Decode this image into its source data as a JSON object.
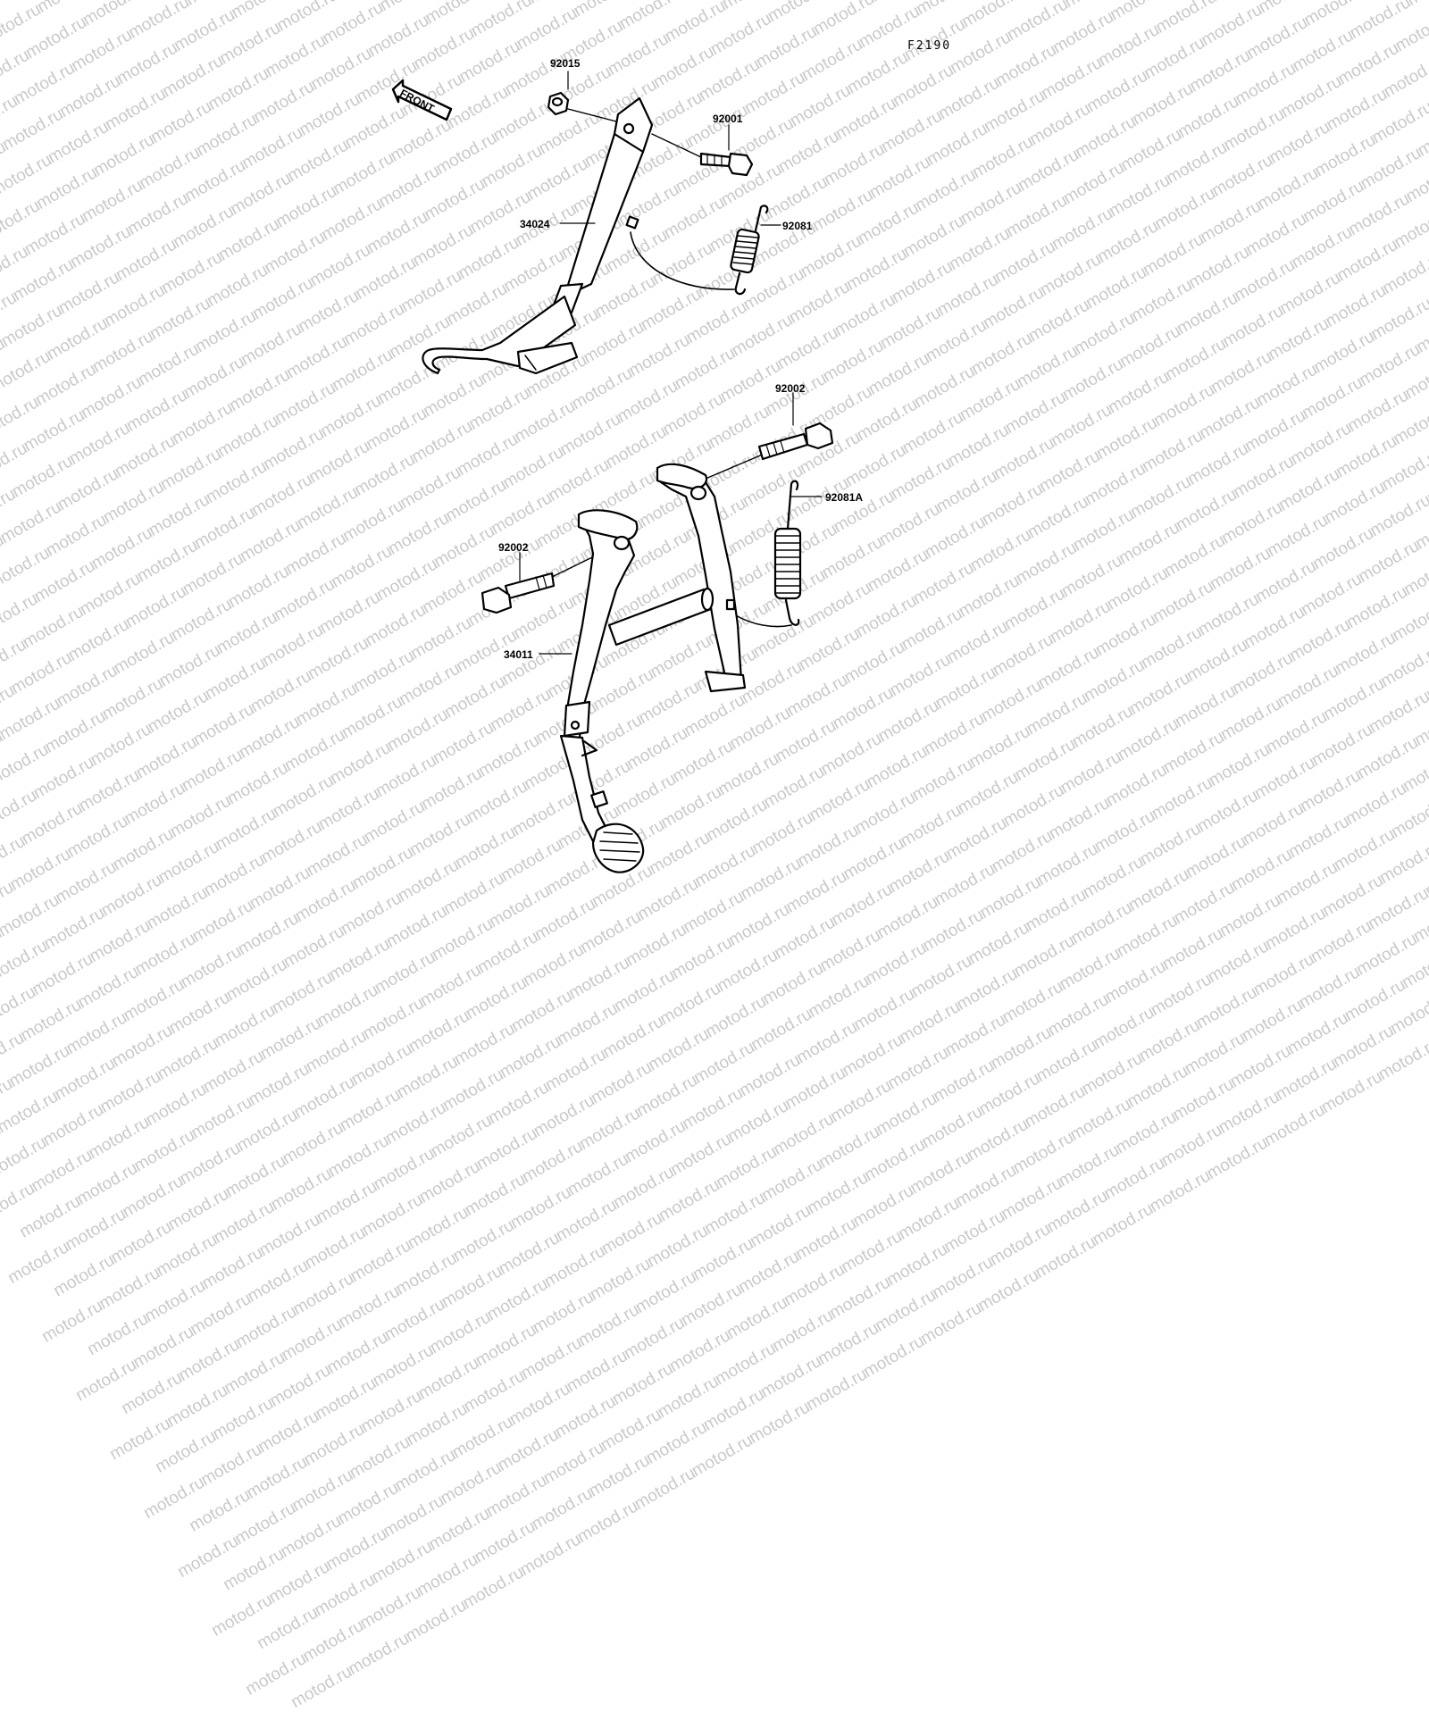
{
  "figure_code": "F2190",
  "direction_label": "FRONT",
  "watermark_text": "motod.ru",
  "parts": [
    {
      "id": "nut",
      "number": "92015"
    },
    {
      "id": "side-stand-bolt",
      "number": "92001"
    },
    {
      "id": "side-stand-spring",
      "number": "92081"
    },
    {
      "id": "side-stand",
      "number": "34024"
    },
    {
      "id": "center-stand-bolt-right",
      "number": "92002"
    },
    {
      "id": "center-stand-spring",
      "number": "92081A"
    },
    {
      "id": "center-stand-bolt-left",
      "number": "92002"
    },
    {
      "id": "center-stand",
      "number": "34011"
    }
  ]
}
